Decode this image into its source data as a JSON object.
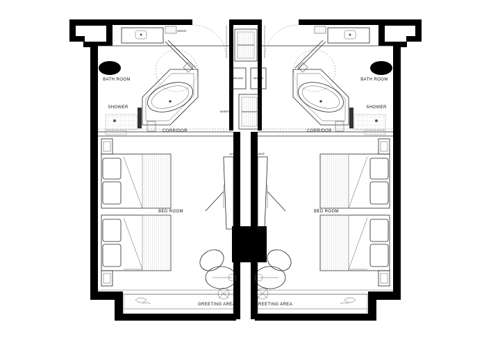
{
  "rooms": {
    "bath_room": "BATH ROOM",
    "shower": "SHOWER",
    "corridor": "CORRIDOR",
    "bed_room": "BED ROOM",
    "greeting_area": "GREETING AREA"
  },
  "fixtures": {
    "mini_bar": "MINI BAR",
    "wardrobe": "WARDROBE",
    "luggage": "LUGGAGE",
    "mirror": "MIRROR"
  }
}
